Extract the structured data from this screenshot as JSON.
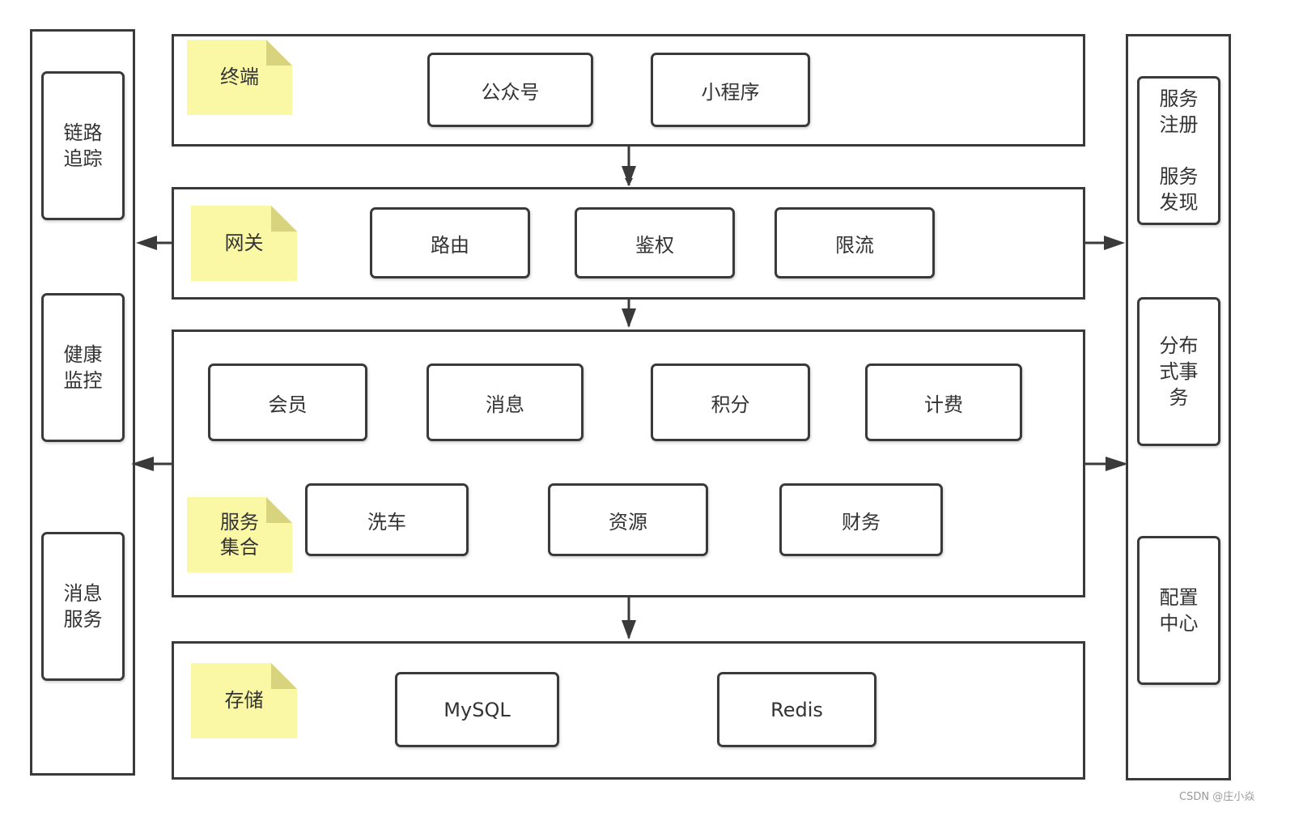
{
  "left_column": {
    "items": [
      "链路\n追踪",
      "健康\n监控",
      "消息\n服务"
    ]
  },
  "right_column": {
    "items": [
      "服务\n注册\n\n服务\n发现",
      "分布\n式事\n务",
      "配置\n中心"
    ]
  },
  "layers": {
    "terminal": {
      "note": "终端",
      "boxes": [
        "公众号",
        "小程序"
      ]
    },
    "gateway": {
      "note": "网关",
      "boxes": [
        "路由",
        "鉴权",
        "限流"
      ]
    },
    "services": {
      "note": "服务\n集合",
      "row1": [
        "会员",
        "消息",
        "积分",
        "计费"
      ],
      "row2": [
        "洗车",
        "资源",
        "财务"
      ]
    },
    "storage": {
      "note": "存储",
      "boxes": [
        "MySQL",
        "Redis"
      ]
    }
  },
  "watermark": "CSDN @庄小焱",
  "colors": {
    "note_fill": "#fbf8a5",
    "border": "#3a3a3a"
  }
}
